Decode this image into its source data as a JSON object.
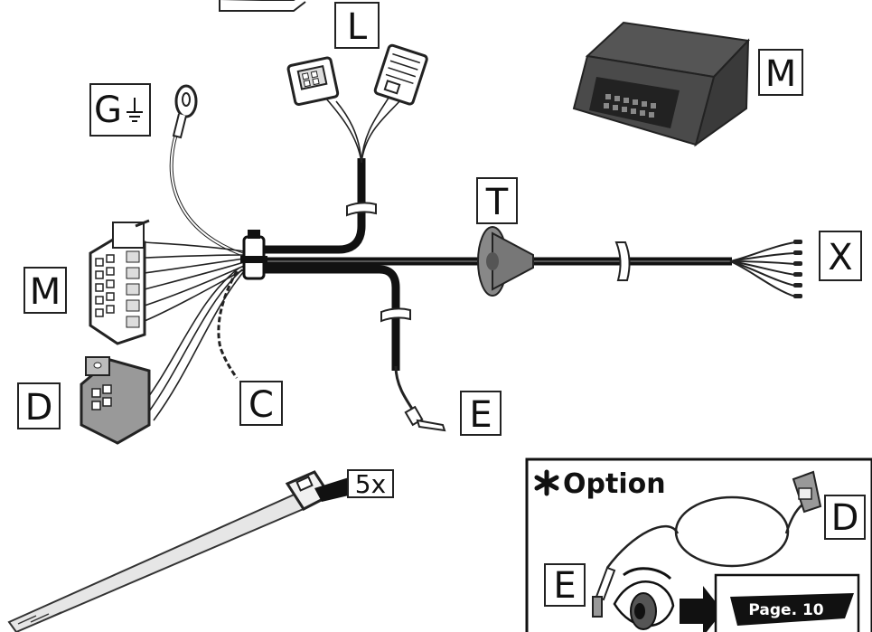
{
  "labels": {
    "L": "L",
    "M_top": "M",
    "G": "G",
    "T": "T",
    "X": "X",
    "M_left": "M",
    "D": "D",
    "C": "C",
    "E": "E"
  },
  "ties": {
    "count_label": "5x"
  },
  "option": {
    "title": "Option",
    "label_D": "D",
    "label_E": "E",
    "page_ref": "Page. 10"
  },
  "icons": [
    "ground-symbol-icon",
    "asterisk-icon",
    "eye-icon",
    "arrow-right-icon"
  ]
}
